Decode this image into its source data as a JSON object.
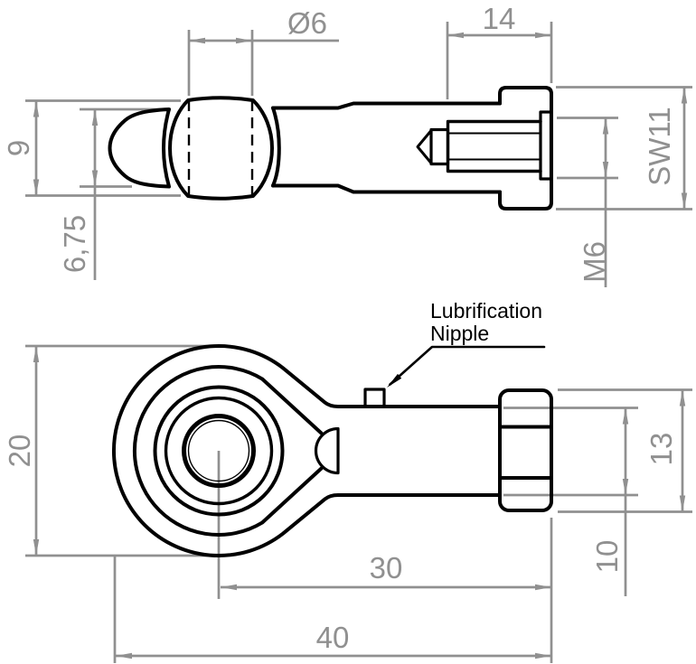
{
  "drawing": {
    "type": "technical-drawing",
    "part": "rod-end-ball-joint",
    "colors": {
      "background": "#ffffff",
      "part_lines": "#000000",
      "dimension_lines": "#909090"
    },
    "annotation": {
      "line1": "Lubrification",
      "line2": "Nipple"
    },
    "side_view": {
      "dims": {
        "bore_dia": "Ø6",
        "head_len": "14",
        "ball_width": "9",
        "housing_width": "6,75",
        "hex_af": "SW11",
        "thread": "M6"
      }
    },
    "front_view": {
      "dims": {
        "head_dia": "20",
        "nut_corners": "13",
        "shaft_dia": "10",
        "center_len": "30",
        "total_len": "40"
      }
    }
  }
}
